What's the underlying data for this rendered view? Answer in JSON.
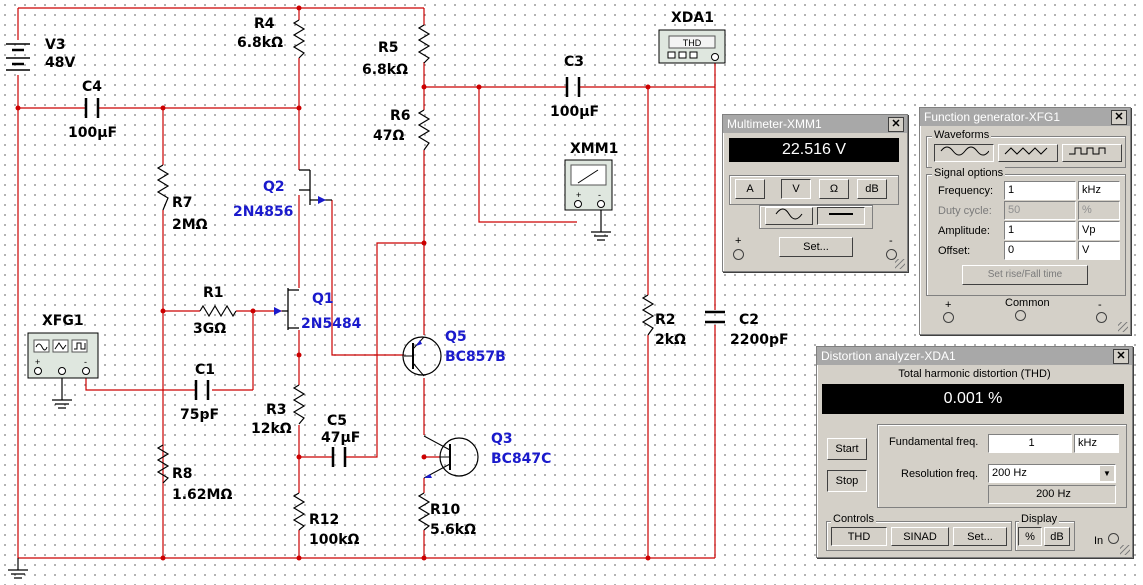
{
  "schematic": {
    "components": [
      {
        "ref": "V3",
        "value": "48V"
      },
      {
        "ref": "C4",
        "value": "100µF"
      },
      {
        "ref": "R4",
        "value": "6.8kΩ"
      },
      {
        "ref": "R5",
        "value": "6.8kΩ"
      },
      {
        "ref": "R6",
        "value": "47Ω"
      },
      {
        "ref": "C3",
        "value": "100µF"
      },
      {
        "ref": "R7",
        "value": "2MΩ"
      },
      {
        "ref": "Q2",
        "value": "2N4856"
      },
      {
        "ref": "R1",
        "value": "3GΩ"
      },
      {
        "ref": "Q1",
        "value": "2N5484"
      },
      {
        "ref": "C1",
        "value": "75pF"
      },
      {
        "ref": "R8",
        "value": "1.62MΩ"
      },
      {
        "ref": "R3",
        "value": "12kΩ"
      },
      {
        "ref": "C5",
        "value": "47µF"
      },
      {
        "ref": "R12",
        "value": "100kΩ"
      },
      {
        "ref": "Q5",
        "value": "BC857B"
      },
      {
        "ref": "Q3",
        "value": "BC847C"
      },
      {
        "ref": "R10",
        "value": "5.6kΩ"
      },
      {
        "ref": "R2",
        "value": "2kΩ"
      },
      {
        "ref": "C2",
        "value": "2200pF"
      }
    ],
    "instruments": {
      "xda1": {
        "label": "XDA1",
        "face": "THD"
      },
      "xmm1": {
        "label": "XMM1"
      },
      "xfg1": {
        "label": "XFG1"
      }
    }
  },
  "multimeter": {
    "title": "Multimeter-XMM1",
    "reading": "22.516 V",
    "modes": [
      "A",
      "V",
      "Ω",
      "dB"
    ],
    "active_mode": "V",
    "set_label": "Set...",
    "plus": "+",
    "minus": "-"
  },
  "funcgen": {
    "title": "Function generator-XFG1",
    "waveforms_label": "Waveforms",
    "signal_options_label": "Signal options",
    "rows": [
      {
        "label": "Frequency:",
        "value": "1",
        "unit": "kHz",
        "enabled": true
      },
      {
        "label": "Duty cycle:",
        "value": "50",
        "unit": "%",
        "enabled": false
      },
      {
        "label": "Amplitude:",
        "value": "1",
        "unit": "Vp",
        "enabled": true
      },
      {
        "label": "Offset:",
        "value": "0",
        "unit": "V",
        "enabled": true
      }
    ],
    "rise_fall_label": "Set rise/Fall time",
    "plus": "+",
    "common": "Common",
    "minus": "-"
  },
  "distortion": {
    "title": "Distortion analyzer-XDA1",
    "heading": "Total harmonic distortion (THD)",
    "reading": "0.001 %",
    "start_label": "Start",
    "stop_label": "Stop",
    "fundamental_label": "Fundamental freq.",
    "fundamental_value": "1",
    "fundamental_unit": "kHz",
    "resolution_label": "Resolution freq.",
    "resolution_value": "200 Hz",
    "resolution_readout": "200 Hz",
    "controls_label": "Controls",
    "thd_label": "THD",
    "sinad_label": "SINAD",
    "set_label": "Set...",
    "display_label": "Display",
    "pct_label": "%",
    "db_label": "dB",
    "in_label": "In"
  }
}
